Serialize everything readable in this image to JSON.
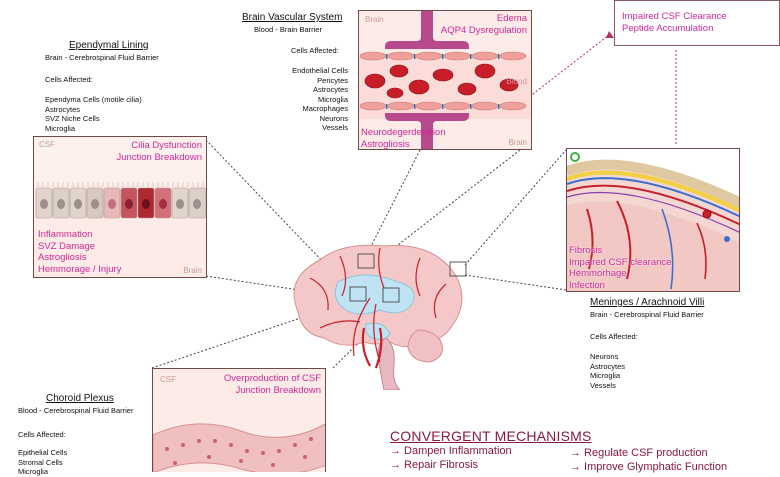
{
  "ependymal": {
    "title": "Ependymal Lining",
    "barrier": "Brain - Cerebrospinal Fluid Barrier",
    "cells_heading": "Cells Affected:",
    "cells": [
      "Ependyma Cells (motile cilia)",
      "Astrocytes",
      "SVZ Niche Cells",
      "Microglia"
    ],
    "csf_tag": "CSF",
    "brain_tag": "Brain",
    "top_effects": [
      "Cilia Dysfunction",
      "Junction Breakdown"
    ],
    "bottom_effects": [
      "Inflammation",
      "SVZ Damage",
      "Astrogliosis",
      "Hemmorage / Injury"
    ]
  },
  "vascular": {
    "title": "Brain Vascular System",
    "barrier": "Blood - Brain Barrier",
    "cells_heading": "Cells Affected:",
    "cells": [
      "Endothelial Cells",
      "Pericytes",
      "Astrocytes",
      "Microglia",
      "Macrophages",
      "Neurons",
      "Vessels"
    ],
    "brain_tag_top": "Brain",
    "brain_tag_bottom": "Brain",
    "blood_tag": "Blood",
    "top_effects": [
      "Edema",
      "AQP4 Dysregulation"
    ],
    "bottom_effects": [
      "Neurodegerderation",
      "Astrogliosis"
    ]
  },
  "csf_box": {
    "effects": [
      "Impaired CSF Clearance",
      "Peptide Accumulation"
    ]
  },
  "meninges": {
    "title": "Meninges / Arachnoid Villi",
    "barrier": "Brain - Cerebrospinal Fluid Barrier",
    "cells_heading": "Cells Affected:",
    "cells": [
      "Neurons",
      "Astrocytes",
      "Microglia",
      "Vessels"
    ],
    "effects": [
      "Fibrosis",
      "Impaired CSF clearance",
      "Hemmorhage",
      "Infection"
    ]
  },
  "choroid": {
    "title": "Choroid Plexus",
    "barrier": "Blood - Cerebrospinal Fluid Barrier",
    "cells_heading": "Cells Affected:",
    "cells": [
      "Epithelial Cells",
      "Stromal Cells",
      "Microglia"
    ],
    "csf_tag": "CSF",
    "effects": [
      "Overproduction of CSF",
      "Junction Breakdown"
    ]
  },
  "mechanisms": {
    "title": "CONVERGENT MECHANISMS",
    "left": [
      "→ Dampen Inflammation",
      "→ Repair Fibrosis"
    ],
    "right": [
      "→ Regulate CSF production",
      "→ Improve Glymphatic Function"
    ]
  },
  "colors": {
    "accent_text": "#d0289a",
    "mechanism_text": "#8a1a3a",
    "panel_border": "#6e4a4a",
    "tissue_pink": "#fbe8e4",
    "vessel_red": "#c8202a",
    "ventricle_blue": "#bfe3f2"
  }
}
